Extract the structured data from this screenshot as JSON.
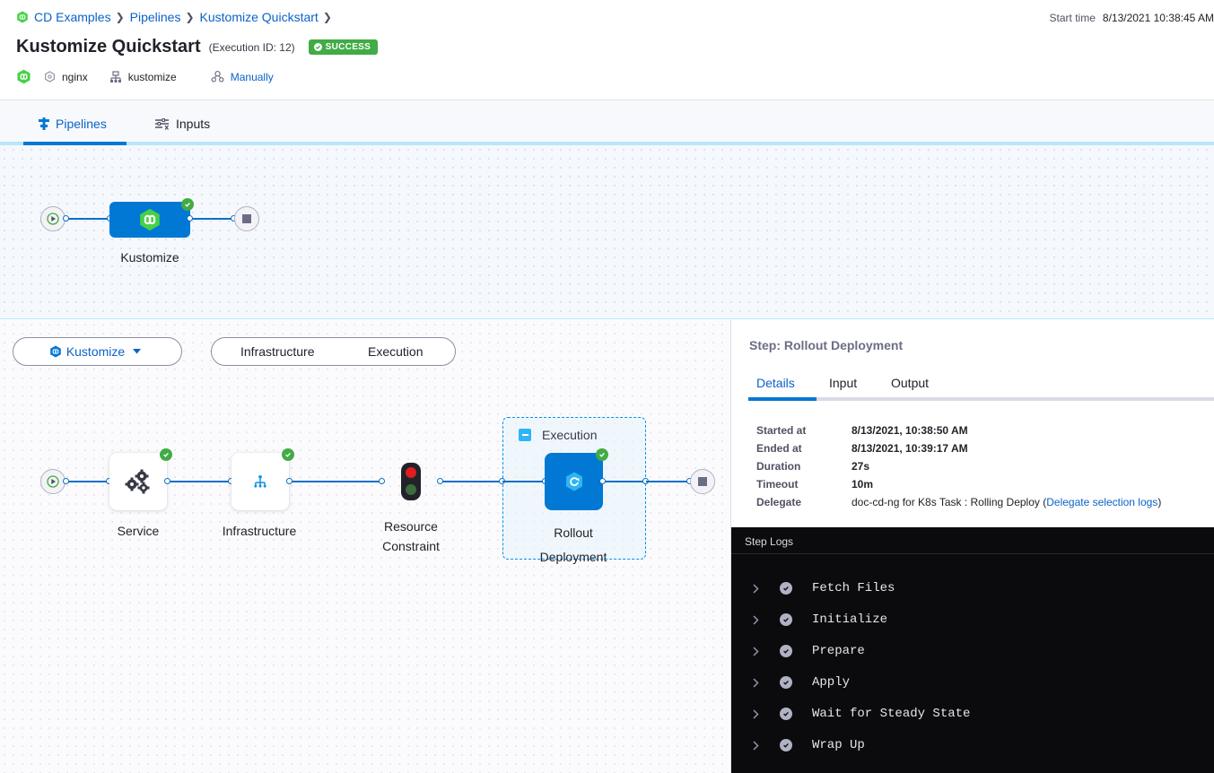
{
  "breadcrumb": {
    "items": [
      "CD Examples",
      "Pipelines",
      "Kustomize Quickstart"
    ]
  },
  "header": {
    "title": "Kustomize Quickstart",
    "execution_id": "(Execution ID: 12)",
    "status": "SUCCESS",
    "start_time_label": "Start time",
    "start_time_value": "8/13/2021 10:38:45 AM",
    "service": "nginx",
    "environment": "kustomize",
    "trigger": "Manually"
  },
  "tabs": [
    {
      "label": "Pipelines",
      "active": true
    },
    {
      "label": "Inputs",
      "active": false
    }
  ],
  "pipeline_graph": {
    "stage_label": "Kustomize"
  },
  "stage_graph": {
    "stage_selector": "Kustomize",
    "segments": [
      "Infrastructure",
      "Execution"
    ],
    "nodes": {
      "service": "Service",
      "infrastructure": "Infrastructure",
      "resource_constraint_line1": "Resource",
      "resource_constraint_line2": "Constraint",
      "execution_group": "Execution",
      "rollout_line1": "Rollout",
      "rollout_line2": "Deployment"
    }
  },
  "step_panel": {
    "title": "Step: Rollout Deployment",
    "tabs": [
      "Details",
      "Input",
      "Output"
    ],
    "details": {
      "started_label": "Started at",
      "started_value": "8/13/2021, 10:38:50 AM",
      "ended_label": "Ended at",
      "ended_value": "8/13/2021, 10:39:17 AM",
      "duration_label": "Duration",
      "duration_value": "27s",
      "timeout_label": "Timeout",
      "timeout_value": "10m",
      "delegate_label": "Delegate",
      "delegate_value": "doc-cd-ng for K8s Task : Rolling Deploy",
      "delegate_open": "(",
      "delegate_link": "Delegate selection logs",
      "delegate_close": ")"
    },
    "logs_title": "Step Logs",
    "logs": [
      "Fetch Files",
      "Initialize",
      "Prepare",
      "Apply",
      "Wait for Steady State",
      "Wrap Up"
    ]
  },
  "colors": {
    "brand_blue": "#0278d5",
    "link_blue": "#0b62c8",
    "success_green": "#42ab45"
  }
}
